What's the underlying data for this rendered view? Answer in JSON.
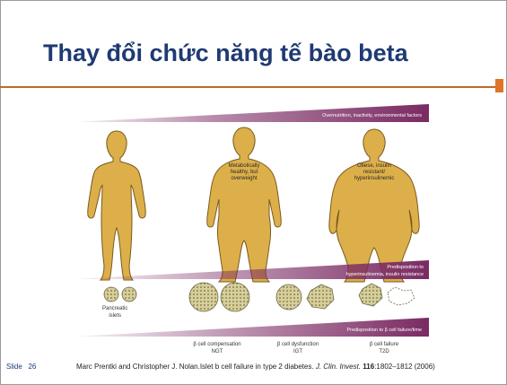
{
  "slide": {
    "title": "Thay đổi chức năng tế bào beta",
    "slide_label": "Slide",
    "slide_number": "26",
    "citation": {
      "authors_title": "Marc Prentki and Christopher J. Nolan.Islet b cell failure in type 2 diabetes.",
      "journal": "J. Clin. Invest.",
      "volume": "116",
      "pages_year": ":1802–1812 (2006)"
    }
  },
  "figure": {
    "wedge_top": "Overnutrition, inactivity, environmental factors",
    "wedge_middle_line1": "Predisposition to",
    "wedge_middle_line2": "hyperinsulinemia, insulin resistance",
    "wedge_bottom": "Predisposition to β cell failure/time",
    "body_2_label": [
      "Metabolically",
      "healthy, but",
      "overweight"
    ],
    "body_3_label": [
      "Obese, insulin",
      "resistant/",
      "hyperinsulinemic"
    ],
    "islets_label": [
      "Pancreatic",
      "islets"
    ],
    "stages": [
      {
        "line1": "β cell compensation",
        "line2": "NGT"
      },
      {
        "line1": "β cell dysfunction",
        "line2": "IGT"
      },
      {
        "line1": "β cell failure",
        "line2": "T2D"
      }
    ],
    "colors": {
      "body_fill": "#ddaf4a",
      "body_stroke": "#7a5a1c",
      "wedge": "#7a2a63",
      "islet_fill": "#d7cf9a",
      "islet_stroke": "#6e6a48",
      "title": "#1f3a73",
      "rule": "#c0682a"
    }
  }
}
